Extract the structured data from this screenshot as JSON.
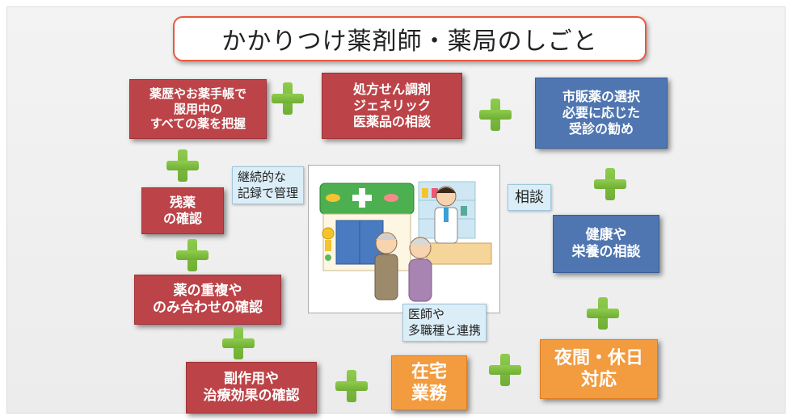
{
  "title": "かかりつけ薬剤師・薬局のしごと",
  "boxes": {
    "medication_history": "薬歴やお薬手帳で\n服用中の\nすべての薬を把握",
    "prescription": "処方せん調剤\nジェネリック\n医薬品の相談",
    "otc": "市販薬の選択\n必要に応じた\n受診の勧め",
    "leftover": "残薬\nの確認",
    "duplicate": "薬の重複や\nのみ合わせの確認",
    "side_effects": "副作用や\n治療効果の確認",
    "home_care": "在宅\n業務",
    "night_holiday": "夜間・休日\n対応",
    "health_nutrition": "健康や\n栄養の相談"
  },
  "notes": {
    "record": "継続的な\n記録で管理",
    "consult": "相談",
    "collab": "医師や\n多職種と連携"
  },
  "colors": {
    "red": "#bc4448",
    "blue": "#4f76b0",
    "orange": "#f39b3f",
    "plus": "#7dbd3f",
    "title_border": "#e85a3c"
  }
}
